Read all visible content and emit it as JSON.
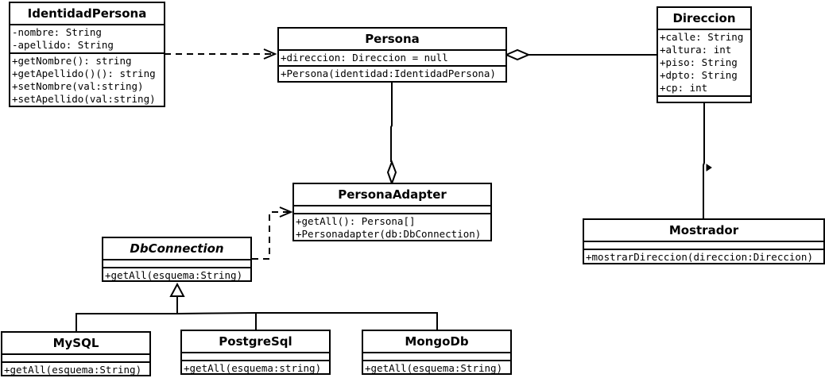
{
  "classes": {
    "identidad": {
      "name": "IdentidadPersona",
      "attributes": [
        "-nombre: String",
        "-apellido: String"
      ],
      "methods": [
        "+getNombre(): string",
        "+getApellido()(): string",
        "+setNombre(val:string)",
        "+setApellido(val:string)"
      ]
    },
    "persona": {
      "name": "Persona",
      "attributes": [
        "+direccion: Direccion = null"
      ],
      "methods": [
        "+Persona(identidad:IdentidadPersona)"
      ]
    },
    "direccion": {
      "name": "Direccion",
      "attributes": [
        "+calle: String",
        "+altura: int",
        "+piso: String",
        "+dpto: String",
        "+cp: int"
      ],
      "methods": []
    },
    "adapter": {
      "name": "PersonaAdapter",
      "attributes": [],
      "methods": [
        "+getAll(): Persona[]",
        "+Personadapter(db:DbConnection)"
      ]
    },
    "dbconnection": {
      "name": "DbConnection",
      "attributes": [],
      "methods": [
        "+getAll(esquema:String)"
      ]
    },
    "mostrador": {
      "name": "Mostrador",
      "attributes": [],
      "methods": [
        "+mostrarDireccion(direccion:Direccion)"
      ]
    },
    "mysql": {
      "name": "MySQL",
      "attributes": [],
      "methods": [
        "+getAll(esquema:String)"
      ]
    },
    "postgresql": {
      "name": "PostgreSql",
      "attributes": [],
      "methods": [
        "+getAll(esquema:string)"
      ]
    },
    "mongodb": {
      "name": "MongoDb",
      "attributes": [],
      "methods": [
        "+getAll(esquema:String)"
      ]
    }
  }
}
